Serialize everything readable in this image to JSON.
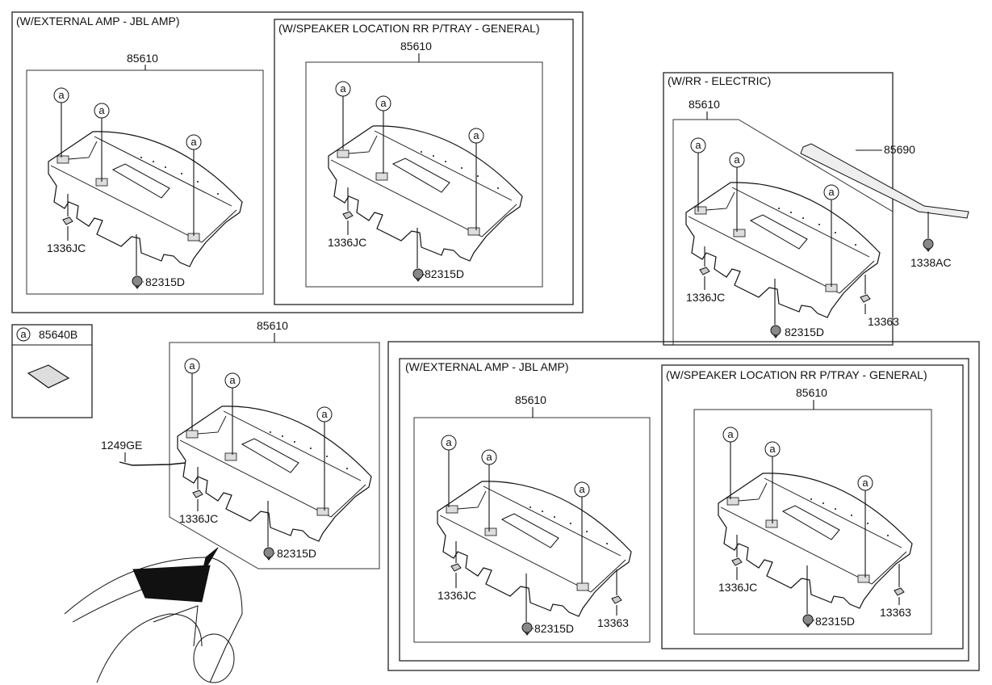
{
  "callout_letter": "a",
  "legend": {
    "letter": "a",
    "part": "85640B"
  },
  "groups": {
    "top_left": {
      "title": "(W/EXTERNAL AMP - JBL AMP)",
      "tray": "85610",
      "clip": "1336JC",
      "fastener": "82315D"
    },
    "top_middle": {
      "title": "(W/SPEAKER LOCATION RR P/TRAY - GENERAL)",
      "tray": "85610",
      "clip": "1336JC",
      "fastener": "82315D"
    },
    "right_electric": {
      "title": "(W/RR - ELECTRIC)",
      "tray": "85610",
      "curtain": "85690",
      "nut": "1338AC",
      "clip": "1336JC",
      "fastener": "82315D",
      "clip2": "13363"
    },
    "center": {
      "tray": "85610",
      "screw": "1249GE",
      "clip": "1336JC",
      "fastener": "82315D"
    },
    "bottom_jbl": {
      "title": "(W/EXTERNAL AMP - JBL AMP)",
      "tray": "85610",
      "clip": "1336JC",
      "fastener": "82315D",
      "clip2": "13363"
    },
    "bottom_general": {
      "title": "(W/SPEAKER LOCATION RR P/TRAY - GENERAL)",
      "tray": "85610",
      "clip": "1336JC",
      "fastener": "82315D",
      "clip2": "13363"
    }
  }
}
